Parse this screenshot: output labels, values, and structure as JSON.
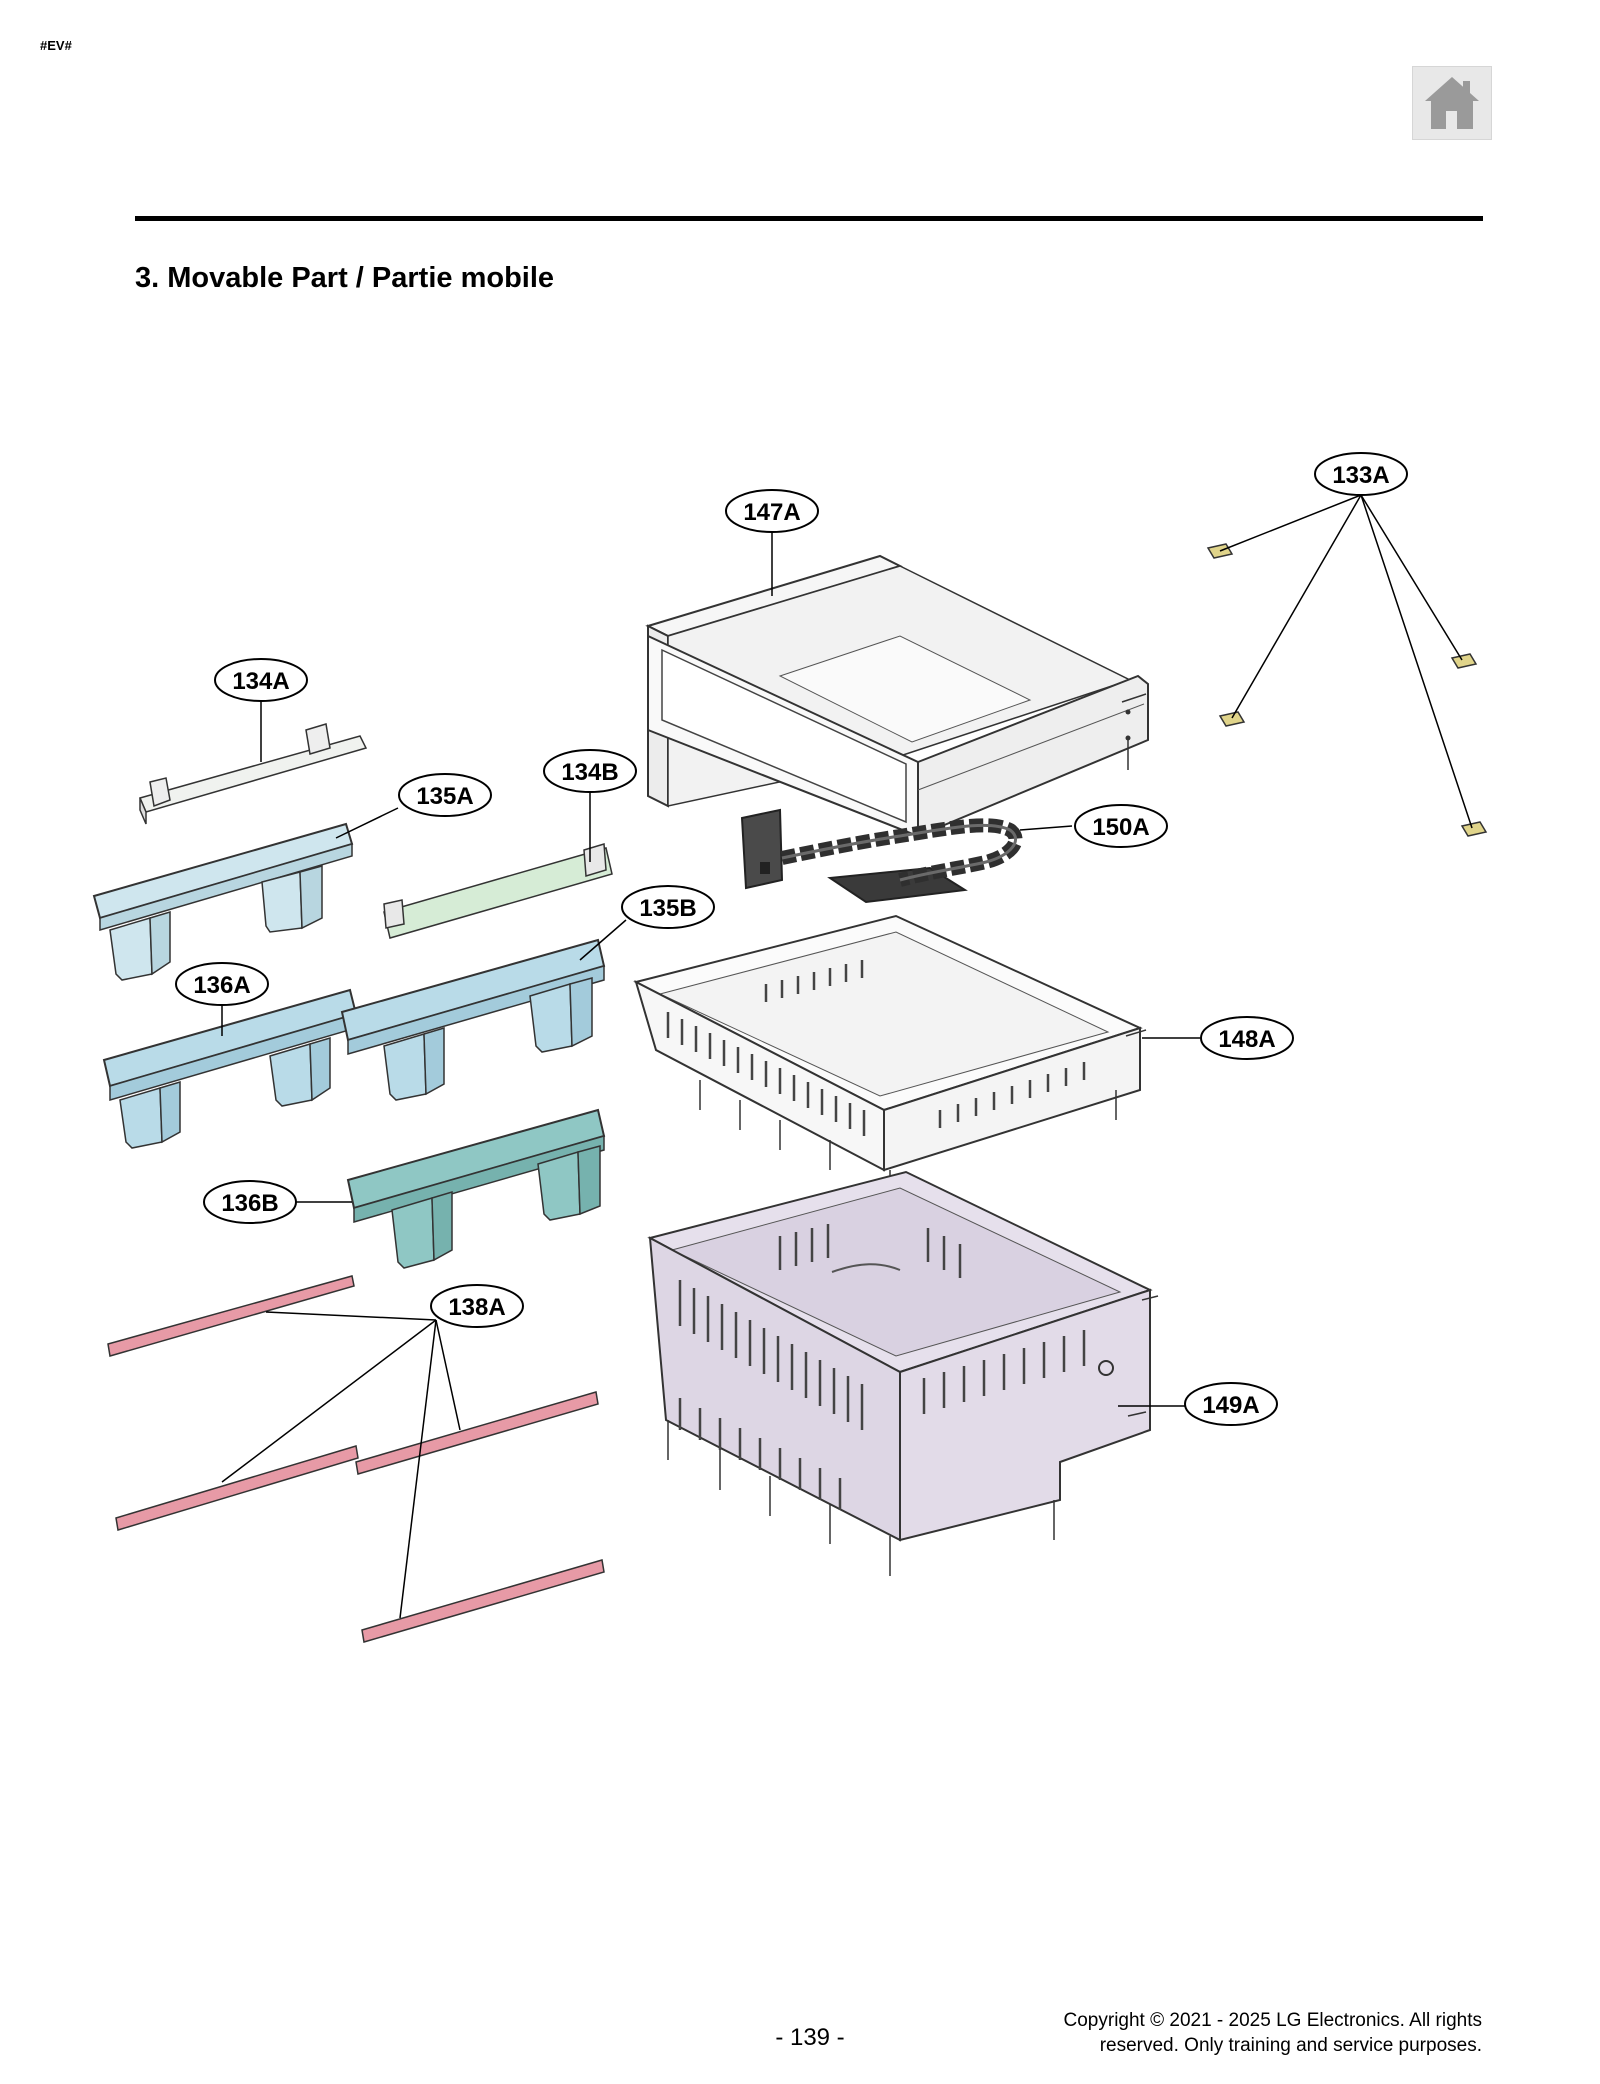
{
  "header": {
    "tag": "#EV#",
    "home_icon": "home-icon",
    "home_color": "#9a9a9a"
  },
  "section_title": "3. Movable Part / Partie mobile",
  "callouts": {
    "c133A": "133A",
    "c147A": "147A",
    "c134A": "134A",
    "c134B": "134B",
    "c135A": "135A",
    "c150A": "150A",
    "c135B": "135B",
    "c136A": "136A",
    "c148A": "148A",
    "c136B": "136B",
    "c138A": "138A",
    "c149A": "149A"
  },
  "part_colors": {
    "drawer_top": "#f4f4f4",
    "rail_light_blue": "#cfe6ee",
    "rail_green": "#d6ecd6",
    "rail_blue": "#b9dbe8",
    "rail_teal": "#8fc7c4",
    "slide_pink": "#e79aa6",
    "basket_lower": "#ddd6e4",
    "chain_dark": "#3a3a3a",
    "clip_yellow": "#e0d48a"
  },
  "footer": {
    "page_number": "- 139 -",
    "copyright_line1": "Copyright © 2021 - 2025 LG Electronics. All rights",
    "copyright_line2": "reserved. Only training and service purposes."
  }
}
